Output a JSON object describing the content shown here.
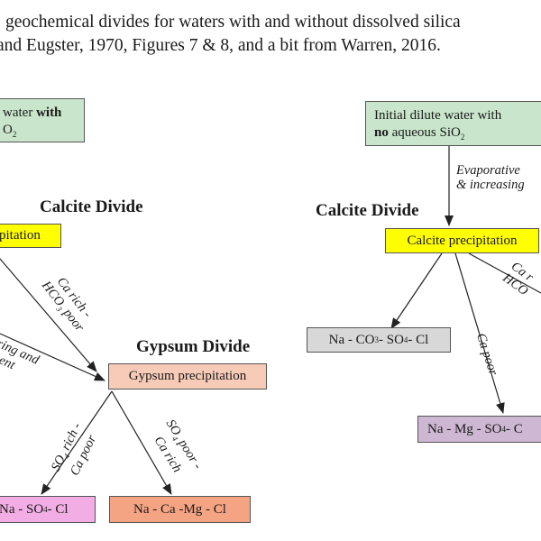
{
  "title": {
    "line1": "geochemical divides for waters with and without dissolved silica",
    "line2": "and Eugster, 1970, Figures 7 & 8, and a bit from Warren, 2016."
  },
  "left": {
    "start_box": {
      "text_a": "water ",
      "text_b": "with",
      "text_c": "O",
      "text_c_sub": "2"
    },
    "calcite_divide": "Calcite Divide",
    "calcite_box": "pitation",
    "ca_rich_label": {
      "line1": "Ca rich -",
      "line2_a": "HCO",
      "line2_sub": "3",
      "line2_b": " poor"
    },
    "buffering_label": {
      "line1": "ffering and",
      "line2": "chment"
    },
    "gypsum_divide": "Gypsum Divide",
    "gypsum_box": "Gypsum precipitation",
    "so4_rich_label": {
      "line1_a": "SO",
      "line1_sub": "4",
      "line1_b": " rich -",
      "line2": "Ca poor"
    },
    "so4_poor_label": {
      "line1_a": "SO",
      "line1_sub": "4",
      "line1_b": " poor -",
      "line2": "Ca rich"
    },
    "na_so4_box": {
      "a": "Na - SO",
      "sub": "4",
      "b": " - Cl"
    },
    "na_ca_mg_box": "Na - Ca -Mg - Cl"
  },
  "right": {
    "start_box": {
      "line1": "Initial dilute water with",
      "line2_bold": "no",
      "line2_a": " aqueous SiO",
      "line2_sub": "2"
    },
    "evap_label": {
      "line1": "Evaporative",
      "line2": "& increasing"
    },
    "calcite_divide": "Calcite Divide",
    "calcite_box": "Calcite precipitation",
    "ca_rich_label": {
      "line1": "Ca r",
      "line2": "HCO"
    },
    "na_co3_box": {
      "a": "Na - CO",
      "sub1": "3",
      "b": " - SO",
      "sub2": "4",
      "c": " - Cl"
    },
    "ca_poor_label": "Ca poor",
    "na_mg_box": {
      "a": "Na - Mg - SO",
      "sub": "4",
      "b": " - C"
    }
  }
}
